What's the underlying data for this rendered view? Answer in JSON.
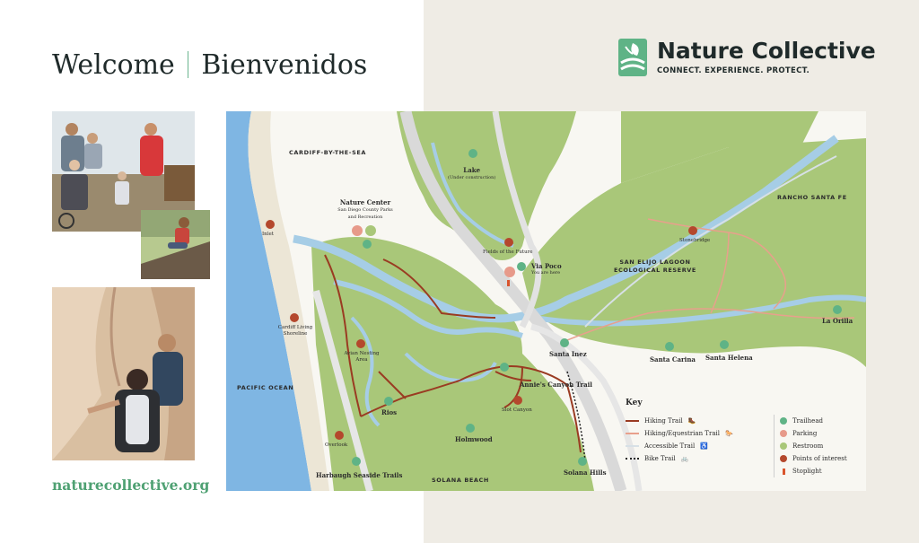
{
  "header": {
    "welcome_en": "Welcome",
    "welcome_es": "Bienvenidos"
  },
  "brand": {
    "name": "Nature Collective",
    "tagline": "CONNECT. EXPERIENCE. PROTECT.",
    "logo_icon": "leaf-wave-logo",
    "color": "#4fa173"
  },
  "website": "naturecollective.org",
  "map": {
    "regions": {
      "cardiff": "CARDIFF-BY-THE-SEA",
      "rancho": "RANCHO SANTA FE",
      "pacific": "PACIFIC OCEAN",
      "solana_beach": "SOLANA BEACH",
      "reserve": "SAN ELIJO LAGOON ECOLOGICAL RESERVE"
    },
    "nature_center": {
      "name": "Nature Center",
      "sub": "San Diego County Parks and Recreation"
    },
    "lake": {
      "name": "Lake",
      "sub": "(Under construction)"
    },
    "via_poco": {
      "name": "Via Poco",
      "sub": "You are here"
    },
    "pois": {
      "inlet": "Inlet",
      "cardiff_shoreline": "Cardiff Living Shoreline",
      "avian": "Avian Nesting Area",
      "overlook": "Overlook",
      "fields": "Fields of the Future",
      "stonebridge": "Stonebridge",
      "slot_canyon": "Slot Canyon"
    },
    "trailheads": {
      "harbaugh": "Harbaugh Seaside Trails",
      "rios": "Rios",
      "holmwood": "Holmwood",
      "annies": "Annie's Canyon Trail",
      "santa_inez": "Santa Inez",
      "santa_carina": "Santa Carina",
      "santa_helena": "Santa Helena",
      "la_orilla": "La Orilla",
      "solana_hills": "Solana Hills"
    },
    "colors": {
      "land": "#a9c779",
      "water": "#a6cde6",
      "ocean": "#7fb6e3",
      "hiking": "#9a3b22",
      "equestrian": "#e8a08c",
      "poi": "#b4482d",
      "trailhead": "#5fb386",
      "parking": "#e79a8a"
    }
  },
  "key": {
    "title": "Key",
    "hiking": "Hiking Trail",
    "hiking_equestrian": "Hiking/Equestrian Trail",
    "accessible": "Accessible Trail",
    "bike": "Bike Trail",
    "trailhead": "Trailhead",
    "parking": "Parking",
    "restroom": "Restroom",
    "points": "Points of interest",
    "stoplight": "Stoplight"
  }
}
